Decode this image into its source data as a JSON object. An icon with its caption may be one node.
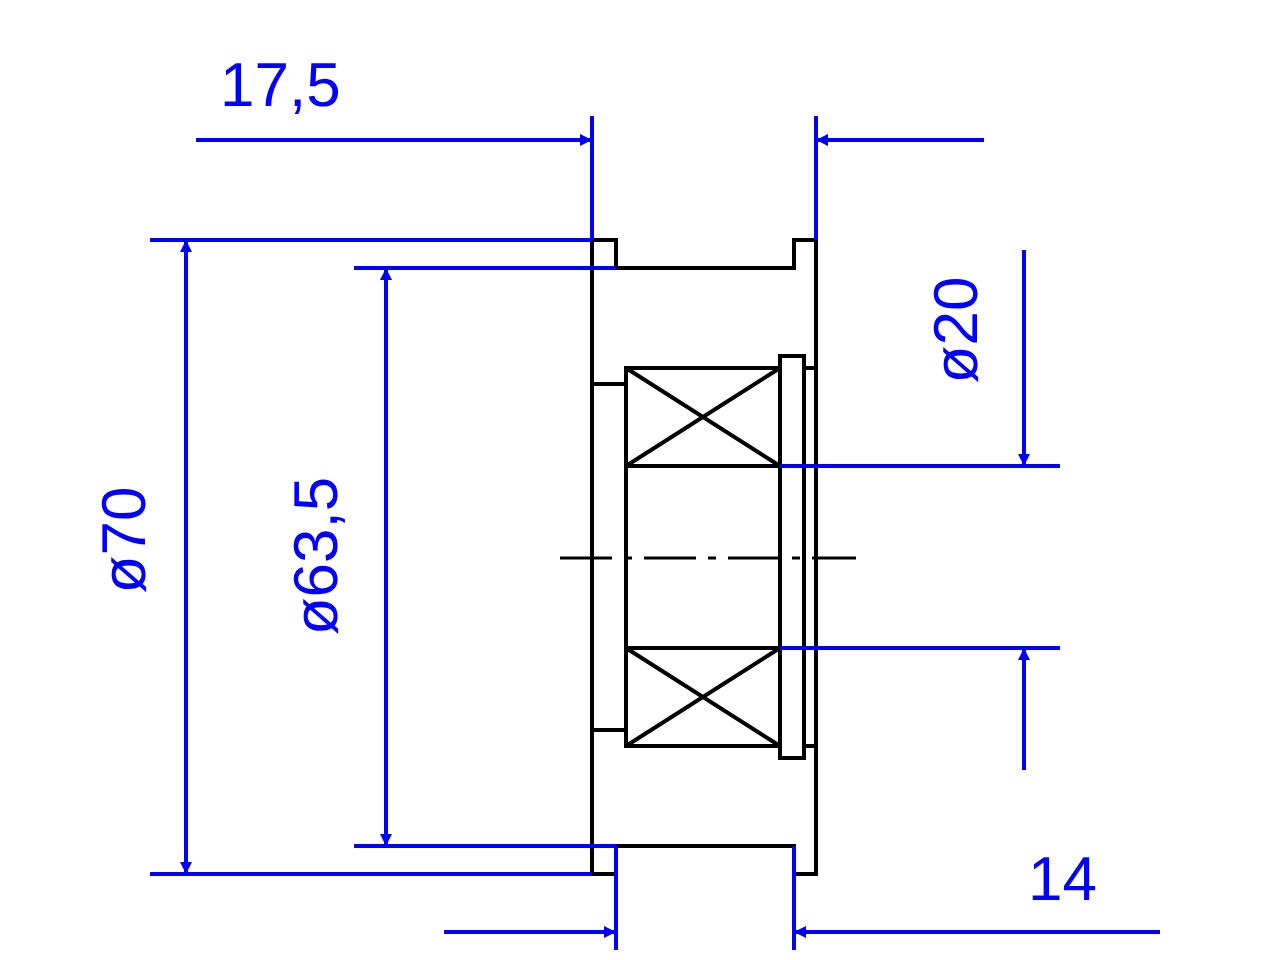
{
  "diagram": {
    "labels": [
      "17,5",
      "ø70",
      "ø63,5",
      "ø20",
      "14"
    ]
  }
}
